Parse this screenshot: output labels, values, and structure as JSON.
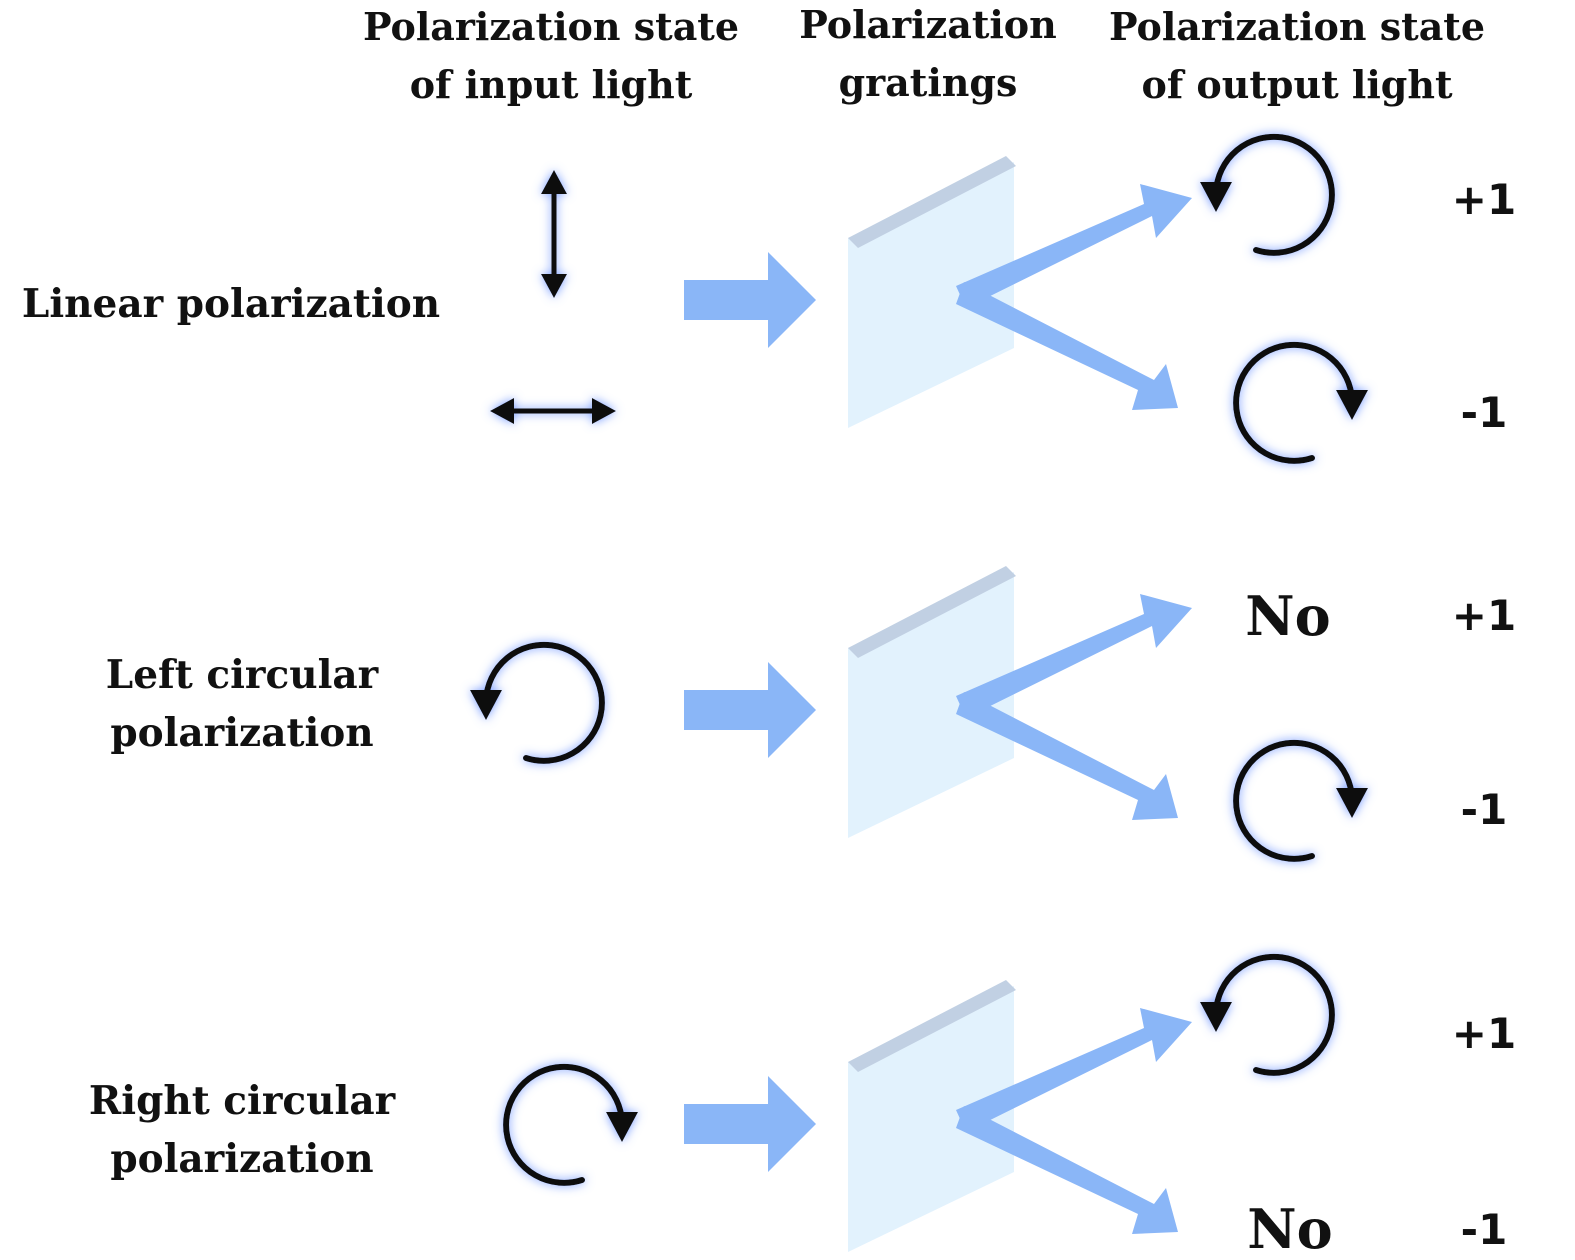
{
  "headers": {
    "input": [
      "Polarization state",
      "of input light"
    ],
    "gratings": [
      "Polarization",
      "gratings"
    ],
    "output": [
      "Polarization state",
      "of output light"
    ]
  },
  "rows": [
    {
      "label": [
        "Linear polarization"
      ],
      "input_icons": [
        "vertical-double-arrow-icon",
        "horizontal-double-arrow-icon"
      ],
      "outputs": [
        {
          "order": "+1",
          "state": "counterclockwise-circle-arrow-icon"
        },
        {
          "order": "-1",
          "state": "clockwise-circle-arrow-icon"
        }
      ]
    },
    {
      "label": [
        "Left circular",
        "polarization"
      ],
      "input_icons": [
        "counterclockwise-circle-arrow-icon"
      ],
      "outputs": [
        {
          "order": "+1",
          "state_text": "No"
        },
        {
          "order": "-1",
          "state": "clockwise-circle-arrow-icon"
        }
      ]
    },
    {
      "label": [
        "Right circular",
        "polarization"
      ],
      "input_icons": [
        "clockwise-circle-arrow-icon"
      ],
      "outputs": [
        {
          "order": "+1",
          "state": "counterclockwise-circle-arrow-icon"
        },
        {
          "order": "-1",
          "state_text": "No"
        }
      ]
    }
  ],
  "colors": {
    "beam": "#8ab6f7",
    "grating_face": "#e2f2fd",
    "grating_top": "#c1d0e3",
    "glow": "#6f95ff",
    "stroke": "#111111"
  }
}
